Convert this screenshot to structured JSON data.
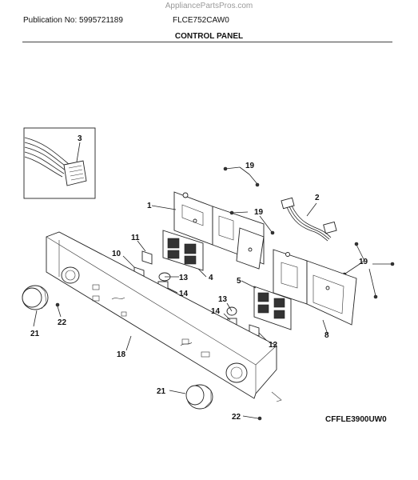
{
  "header": {
    "watermark": "AppliancePartsPros.com",
    "publication": "Publication No: 5995721189",
    "model": "FLCE752CAW0",
    "section_title": "CONTROL PANEL"
  },
  "footer": {
    "code": "CFFLE3900UW0"
  },
  "callouts": {
    "c1": "1",
    "c2": "2",
    "c3": "3",
    "c4": "4",
    "c5": "5",
    "c8": "8",
    "c10": "10",
    "c11": "11",
    "c12": "12",
    "c13a": "13",
    "c13b": "13",
    "c14a": "14",
    "c14b": "14",
    "c18": "18",
    "c19a": "19",
    "c19b": "19",
    "c19c": "19",
    "c21a": "21",
    "c21b": "21",
    "c22a": "22",
    "c22b": "22"
  }
}
